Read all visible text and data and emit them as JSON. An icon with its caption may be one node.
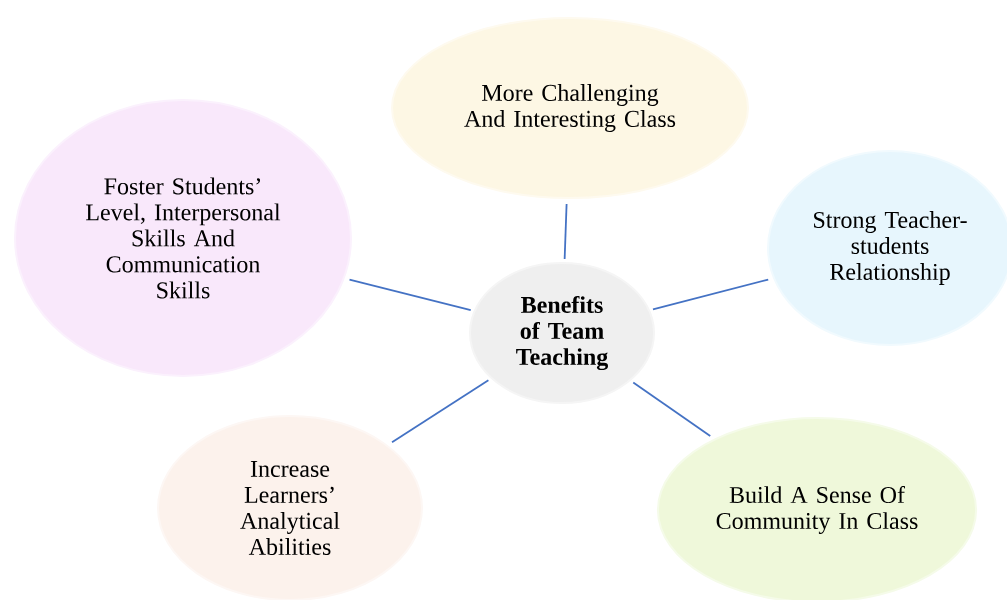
{
  "diagram": {
    "nodes": [
      {
        "text": [
          "Benefits of Team Teaching"
        ]
      },
      {
        "text": [
          "More Challenging And Interesting Class"
        ]
      },
      {
        "text": [
          "Foster Students’ Level, Interpersonal Skills And Communication Skills"
        ]
      },
      {
        "text": [
          "Strong Teacher-students Relationship"
        ]
      },
      {
        "text": [
          "Increase Learners’ Analytical Abilities"
        ]
      },
      {
        "text": [
          "Build A Sense Of Community In Class"
        ]
      }
    ],
    "edges": [
      {
        "from": 0,
        "to": 1,
        "arrow": "none"
      },
      {
        "from": 0,
        "to": 2,
        "arrow": "none"
      },
      {
        "from": 0,
        "to": 3,
        "arrow": "none"
      },
      {
        "from": 0,
        "to": 4,
        "arrow": "none"
      },
      {
        "from": 0,
        "to": 5,
        "arrow": "none"
      }
    ]
  }
}
